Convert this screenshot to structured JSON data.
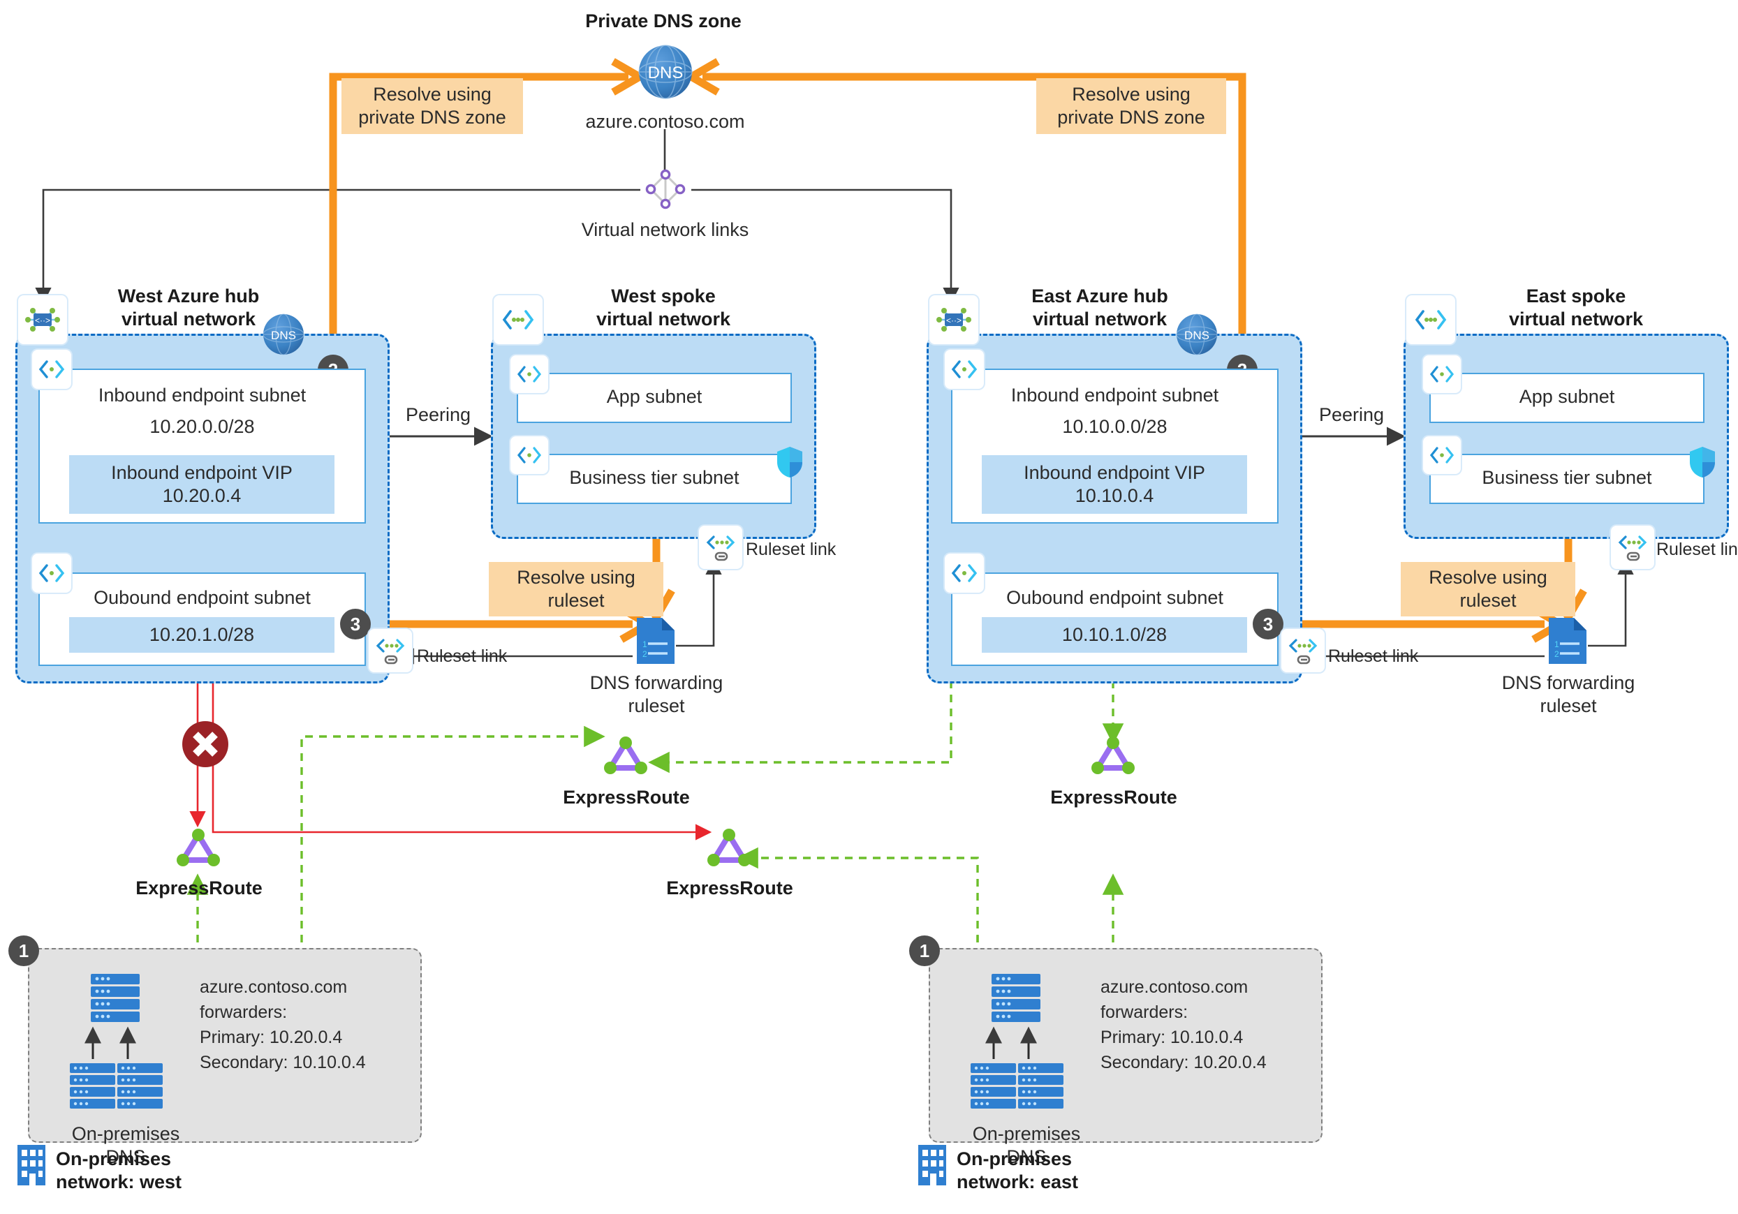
{
  "diagram": {
    "title": "Private DNS zone",
    "private_dns_zone": {
      "heading": "Private DNS zone",
      "zone_name": "azure.contoso.com",
      "icon": "dns-globe-icon"
    },
    "vnet_links": {
      "label": "Virtual network links",
      "icon": "virtual-network-links-icon"
    },
    "callouts": {
      "resolve_private_dns_west": "Resolve using\nprivate DNS zone",
      "resolve_private_dns_west_l1": "Resolve using",
      "resolve_private_dns_west_l2": "private DNS zone",
      "resolve_private_dns_east_l1": "Resolve using",
      "resolve_private_dns_east_l2": "private DNS zone",
      "resolve_ruleset_west_l1": "Resolve using",
      "resolve_ruleset_west_l2": "ruleset",
      "resolve_ruleset_east_l1": "Resolve using",
      "resolve_ruleset_east_l2": "ruleset"
    },
    "west_hub": {
      "title_l1": "West Azure hub",
      "title_l2": "virtual network",
      "dns_badge": "DNS",
      "step": "2",
      "inbound": {
        "name": "Inbound endpoint subnet",
        "cidr": "10.20.0.0/28",
        "vip_label": "Inbound endpoint VIP",
        "vip": "10.20.0.4"
      },
      "outbound": {
        "name": "Oubound endpoint subnet",
        "cidr": "10.20.1.0/28"
      },
      "outbound_step": "3",
      "ruleset_link": "Ruleset link"
    },
    "east_hub": {
      "title_l1": "East Azure hub",
      "title_l2": "virtual network",
      "dns_badge": "DNS",
      "step": "2",
      "inbound": {
        "name": "Inbound endpoint subnet",
        "cidr": "10.10.0.0/28",
        "vip_label": "Inbound endpoint VIP",
        "vip": "10.10.0.4"
      },
      "outbound": {
        "name": "Oubound endpoint subnet",
        "cidr": "10.10.1.0/28"
      },
      "outbound_step": "3",
      "ruleset_link": "Ruleset link"
    },
    "west_spoke": {
      "title_l1": "West spoke",
      "title_l2": "virtual network",
      "subnets": [
        "App subnet",
        "Business tier subnet"
      ],
      "peering_label": "Peering",
      "ruleset_link": "Ruleset link"
    },
    "east_spoke": {
      "title_l1": "East spoke",
      "title_l2": "virtual network",
      "subnets": [
        "App subnet",
        "Business tier subnet"
      ],
      "peering_label": "Peering",
      "ruleset_link": "Ruleset link"
    },
    "rulesets": [
      {
        "label_l1": "DNS forwarding",
        "label_l2": "ruleset",
        "side": "west"
      },
      {
        "label_l1": "DNS forwarding",
        "label_l2": "ruleset",
        "side": "east"
      }
    ],
    "expressroutes": [
      {
        "label": "ExpressRoute",
        "position": "west-lower-left"
      },
      {
        "label": "ExpressRoute",
        "position": "center-upper"
      },
      {
        "label": "ExpressRoute",
        "position": "center-lower"
      },
      {
        "label": "ExpressRoute",
        "position": "east"
      }
    ],
    "onprem_west": {
      "step": "1",
      "dns_label_l1": "On-premises",
      "dns_label_l2": "DNS",
      "forwarders_title": "azure.contoso.com",
      "forwarders_sub": "forwarders:",
      "primary": "Primary: 10.20.0.4",
      "secondary": "Secondary: 10.10.0.4",
      "network_label_l1": "On-premises",
      "network_label_l2": "network: west"
    },
    "onprem_east": {
      "step": "1",
      "dns_label_l1": "On-premises",
      "dns_label_l2": "DNS",
      "forwarders_title": "azure.contoso.com",
      "forwarders_sub": "forwarders:",
      "primary": "Primary: 10.10.0.4",
      "secondary": "Secondary: 10.20.0.4",
      "network_label_l1": "On-premises",
      "network_label_l2": "network: east"
    },
    "blocked_marker": {
      "name": "blocked-connection-x",
      "color": "#9b2226"
    },
    "colors": {
      "orange": "#f7941e",
      "callout_bg": "#fbd7a5",
      "vnet_fill": "#bcdcf5",
      "vnet_border": "#0a6bc4",
      "subnet_border": "#4aa3df",
      "green": "#6cbe2a",
      "red": "#e8262d",
      "dark": "#4d4d4d",
      "gray_box": "#e2e2e2"
    }
  }
}
